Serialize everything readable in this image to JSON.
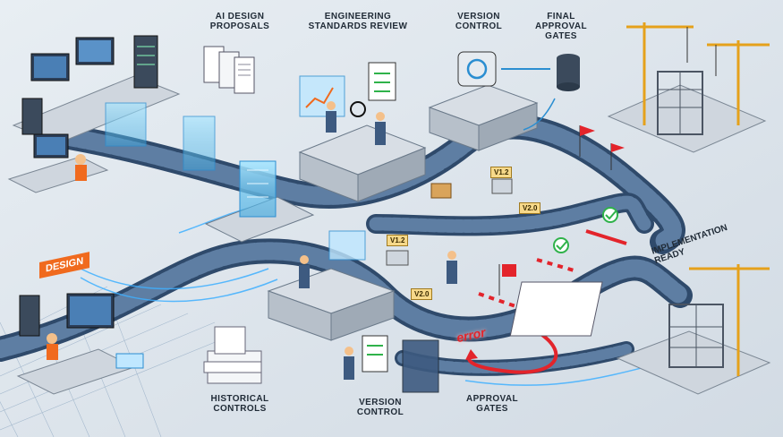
{
  "labels": {
    "ai_design": "AI DESIGN\nPROPOSALS",
    "eng_standards": "ENGINEERING\nSTANDARDS REVIEW",
    "version_top": "VERSION\nCONTROL",
    "final_gates": "FINAL\nAPPROVAL\nGATES",
    "historical": "HISTORICAL\nCONTROLS",
    "version_bottom": "VERSION\nCONTROL",
    "approval_gates": "APPROVAL\nGATES",
    "implementation": "IMPLEMENTATION\nREADY",
    "design_tag": "DESIGN",
    "error_tag": "error"
  },
  "version_tags": {
    "t1": "V1.2",
    "t2": "V2.0",
    "t3": "V1.2",
    "t4": "V2.0"
  },
  "colors": {
    "background": "#dfe7ee",
    "conveyor": "#2f4a6b",
    "platform": "#cfd6de",
    "accent_orange": "#f06a1e",
    "error_red": "#e3242b",
    "hologram": "#6fd2ff",
    "approve_green": "#2fb24a"
  },
  "icons": [
    "computer-workstation-icon",
    "server-rack-icon",
    "hologram-building-icon",
    "document-stack-icon",
    "clipboard-icon",
    "magnifier-icon",
    "database-icon",
    "crane-icon",
    "flag-icon",
    "check-icon",
    "barrier-gate-icon",
    "package-icon",
    "worker-icon"
  ]
}
